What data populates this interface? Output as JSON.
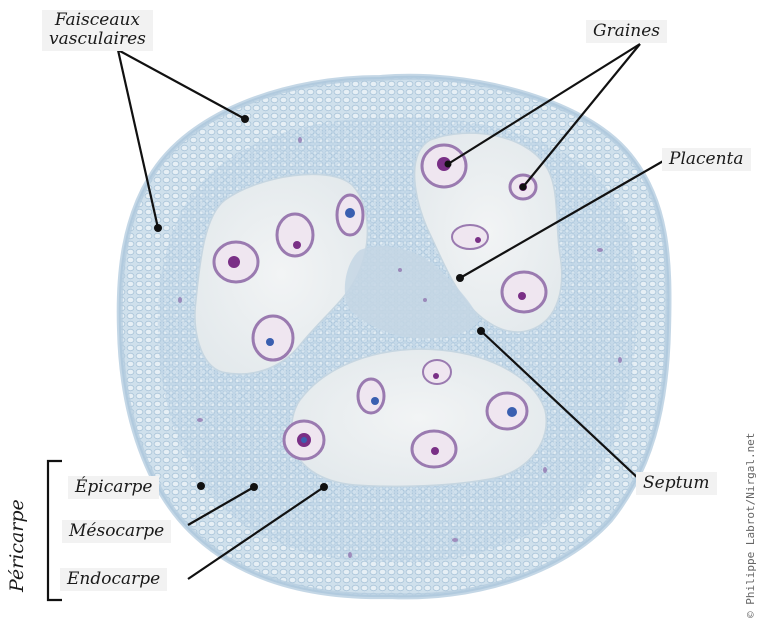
{
  "labels": {
    "faisceaux_line1": "Faisceaux",
    "faisceaux_line2": "vasculaires",
    "graines": "Graines",
    "placenta": "Placenta",
    "septum": "Septum",
    "epicarpe": "Épicarpe",
    "mesocarpe": "Mésocarpe",
    "endocarpe": "Endocarpe",
    "pericarpe": "Péricarpe"
  },
  "credit": "© Philippe Labrot/Nirgal.net",
  "colors": {
    "tissue_light": "#d7e6ef",
    "tissue_blue": "#a9c6de",
    "locule": "#eef1f2",
    "seed_ring": "#9a7ab0",
    "seed_core": "#7a2f86",
    "line": "#111111",
    "label_bg": "#f2f2f2"
  }
}
